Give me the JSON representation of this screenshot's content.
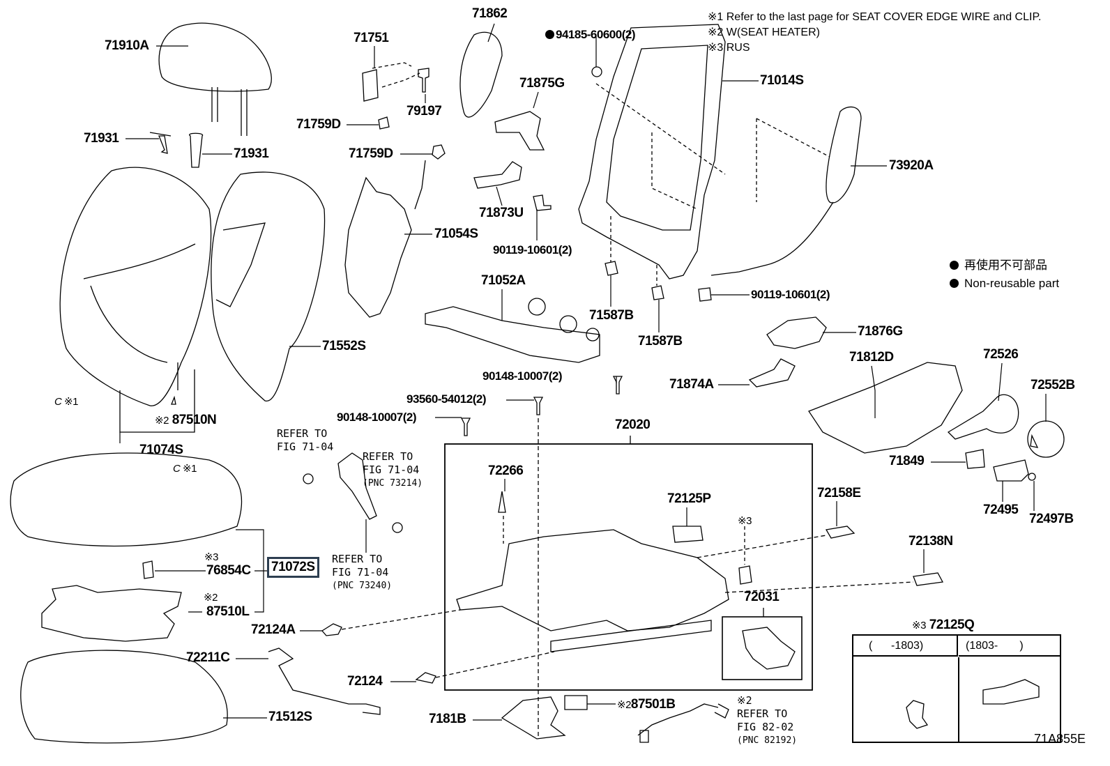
{
  "notes": [
    "※1 Refer to the last page for SEAT COVER EDGE WIRE and CLIP.",
    "※2 W(SEAT HEATER)",
    "※3 RUS"
  ],
  "legend": {
    "jp": "再使用不可部品",
    "en": "Non-reusable part",
    "marker": "filled-circle"
  },
  "labels": {
    "p71910A": "71910A",
    "p71751": "71751",
    "p71862": "71862",
    "p94185": "94185-60600(2)",
    "p71014S": "71014S",
    "p73920A": "73920A",
    "p71875G": "71875G",
    "p79197": "79197",
    "p71759D_a": "71759D",
    "p71759D_b": "71759D",
    "p71931_a": "71931",
    "p71931_b": "71931",
    "p71054S": "71054S",
    "p71873U": "71873U",
    "p90119_a": "90119-10601(2)",
    "p71052A": "71052A",
    "p71587B_a": "71587B",
    "p71587B_b": "71587B",
    "p90119_b": "90119-10601(2)",
    "p71876G": "71876G",
    "p71552S": "71552S",
    "p71812D": "71812D",
    "p72526": "72526",
    "p72552B": "72552B",
    "p71874A": "71874A",
    "p90148_a": "90148-10007(2)",
    "p93560": "93560-54012(2)",
    "p90148_b": "90148-10007(2)",
    "p72020": "72020",
    "p87510N": "87510N",
    "p71074S": "71074S",
    "p71849": "71849",
    "p72266": "72266",
    "p72125P": "72125P",
    "p72158E": "72158E",
    "p72495": "72495",
    "p72497B": "72497B",
    "p76854C": "76854C",
    "p71072S": "71072S",
    "p72138N": "72138N",
    "p72031": "72031",
    "p87510L": "87510L",
    "p72125Q": "72125Q",
    "p72124A": "72124A",
    "p72211C": "72211C",
    "p72124": "72124",
    "p71512S": "71512S",
    "p7181B": "7181B",
    "p87501B": "87501B"
  },
  "marks": {
    "m1": "※1",
    "m2": "※2",
    "m3": "※3",
    "clip": "C"
  },
  "refs": {
    "r1": [
      "REFER TO",
      "FIG 71-04"
    ],
    "r2": [
      "REFER TO",
      "FIG 71-04",
      "(PNC 73214)"
    ],
    "r3": [
      "REFER TO",
      "FIG 71-04",
      "(PNC 73240)"
    ],
    "r4": [
      "REFER TO",
      "FIG 82-02",
      "(PNC 82192)"
    ]
  },
  "table": {
    "title": "72125Q",
    "note_mark": "※3",
    "col1": "(      -1803)",
    "col2": "(1803-       )"
  },
  "diagram_code": "71A855E"
}
